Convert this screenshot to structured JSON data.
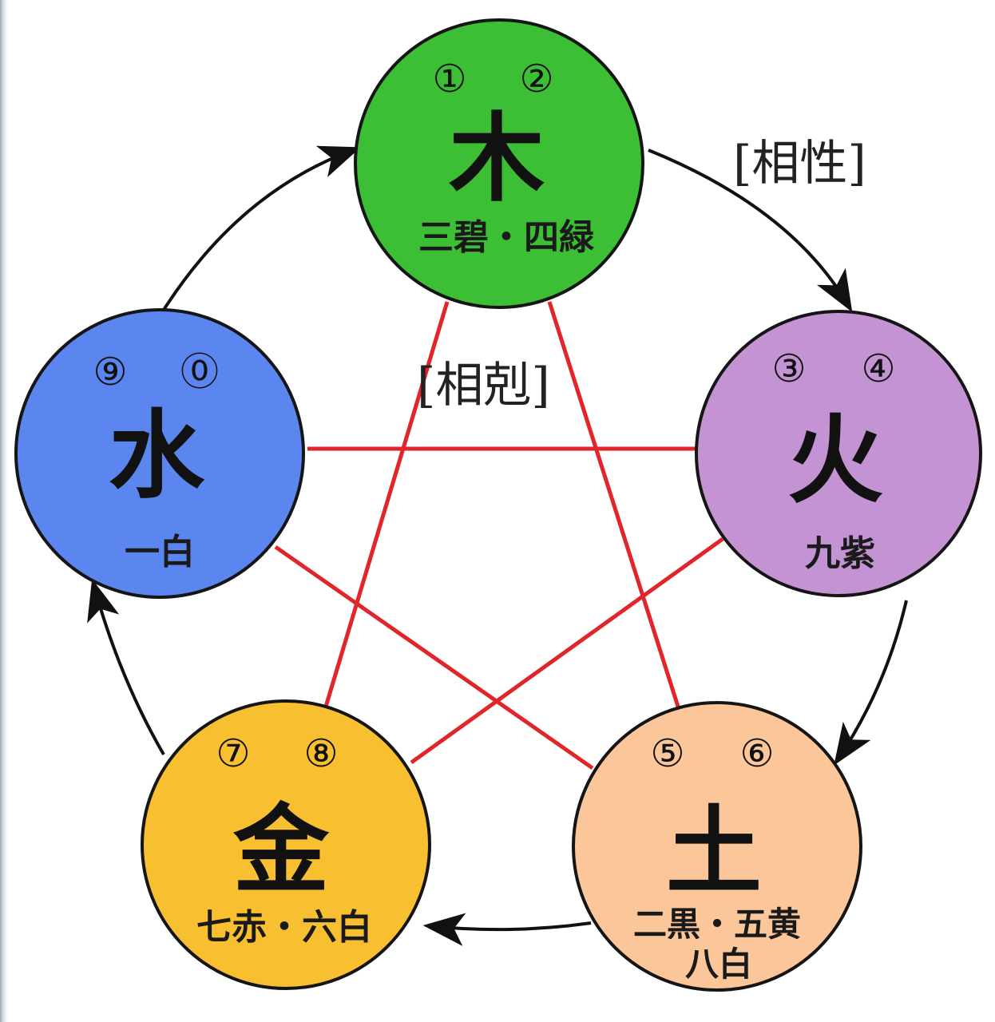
{
  "labels": {
    "generating": "[相性]",
    "overcoming": "[相剋]"
  },
  "elements": {
    "wood": {
      "char": "木",
      "num_left": "①",
      "num_right": "②",
      "stars": "三碧・四緑",
      "color": "#3cbf34"
    },
    "fire": {
      "char": "火",
      "num_left": "③",
      "num_right": "④",
      "stars": "九紫",
      "color": "#c493d4"
    },
    "earth": {
      "char": "土",
      "num_left": "⑤",
      "num_right": "⑥",
      "stars": "二黒・五黄",
      "stars2": "八白",
      "color": "#fbc79a"
    },
    "metal": {
      "char": "金",
      "num_left": "⑦",
      "num_right": "⑧",
      "stars": "七赤・六白",
      "color": "#f8c031"
    },
    "water": {
      "char": "水",
      "num_left": "⑨",
      "num_right": "⓪",
      "stars": "一白",
      "color": "#5b86ef"
    }
  },
  "colors": {
    "overcoming_line": "#e0262a",
    "generating_arrow": "#111111",
    "circle_stroke": "#151515"
  }
}
